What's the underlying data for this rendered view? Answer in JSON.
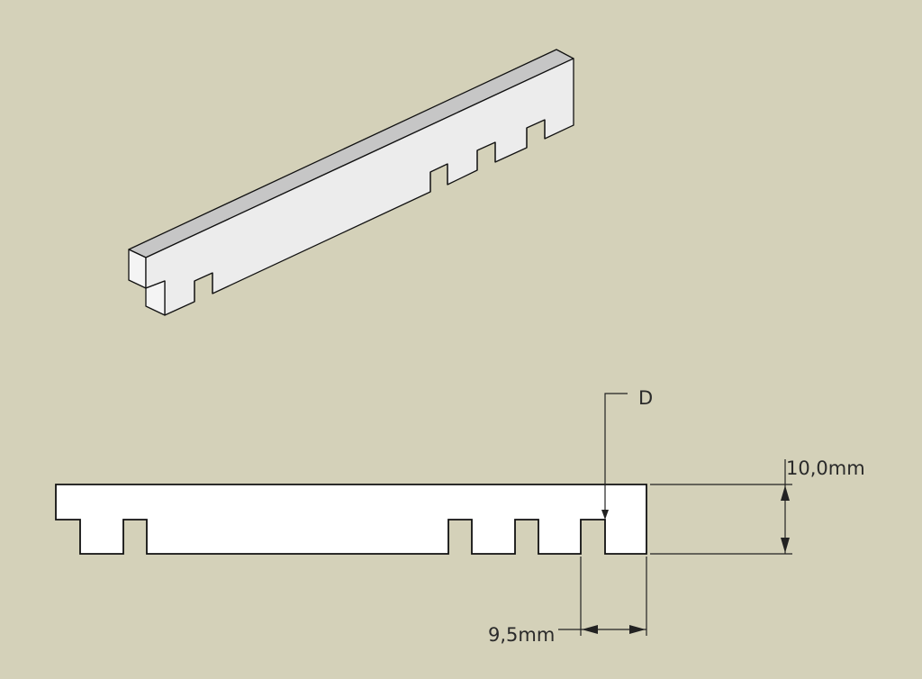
{
  "colors": {
    "background": "#d4d1b9",
    "part_front": "#ececec",
    "part_top": "#c6c6c6",
    "part_end": "#f4f4f4",
    "outline": "#111111",
    "dimension": "#222222"
  },
  "detail_label": "D",
  "dimensions": {
    "height": "10,0mm",
    "tab_width": "9,5mm"
  }
}
